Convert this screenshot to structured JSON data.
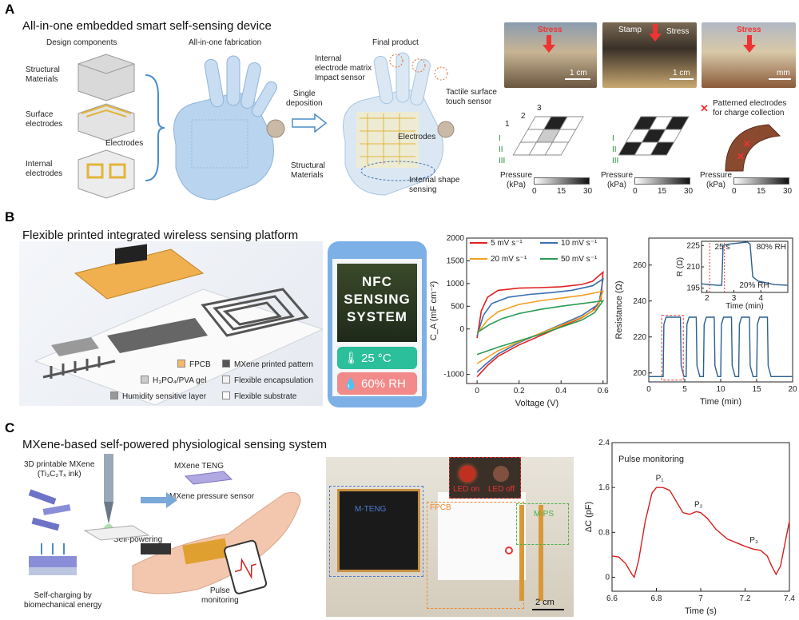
{
  "panel_a": {
    "letter": "A",
    "title": "All-in-one embedded smart self-sensing device",
    "headers": [
      "Design components",
      "All-in-one fabrication",
      "Final product"
    ],
    "components": [
      "Structural\nMaterials",
      "Surface\nelectrodes",
      "Internal\nelectrodes"
    ],
    "electrodes_label": "Electrodes",
    "single_deposition": "Single\ndeposition",
    "product_labels": {
      "internal_matrix": "Internal\nelectrode matrix\nImpact sensor",
      "tactile": "Tactile surface\ntouch sensor",
      "electrodes": "Electrodes",
      "structural": "Structural\nMaterials",
      "internal_shape": "Internal shape\nsensing"
    },
    "photos": [
      {
        "stress": "Stress",
        "scale": "1 cm"
      },
      {
        "stress": "Stress",
        "stamp": "Stamp",
        "scale": "1 cm"
      },
      {
        "stress": "Stress",
        "scale": "mm"
      }
    ],
    "grid_labels": {
      "cols": [
        "1",
        "2",
        "3"
      ],
      "rows": [
        "I",
        "II",
        "III"
      ]
    },
    "patterned_note": "Patterned electrodes\nfor charge collection",
    "pressure_label": "Pressure\n(kPa)",
    "colorbar_ticks": [
      "0",
      "15",
      "30"
    ]
  },
  "panel_b": {
    "letter": "B",
    "title": "Flexible printed integrated wireless sensing platform",
    "legend": [
      {
        "label": "FPCB",
        "color": "#f5b96b"
      },
      {
        "label": "MXene printed pattern",
        "color": "#555555"
      },
      {
        "label": "H₃PO₄/PVA gel",
        "color": "#cccccc"
      },
      {
        "label": "Flexible encapsulation",
        "color": "#f2f2f2"
      },
      {
        "label": "Humidity sensitive layer",
        "color": "#999999"
      },
      {
        "label": "Flexible substrate",
        "color": "#fafafa"
      }
    ],
    "phone": {
      "screen_text": "NFC\nSENSING\nSYSTEM",
      "temperature": "25 °C",
      "humidity": "60% RH",
      "temp_color": "#2bbf9b",
      "hum_color": "#f28a8a"
    }
  },
  "panel_c": {
    "letter": "C",
    "title": "MXene-based self-powered physiological sensing system",
    "labels": {
      "ink": "3D printable MXene\n(Ti₃C₂Tₓ ink)",
      "teng": "MXene TENG",
      "pressure": "MXene pressure sensor",
      "self_powering": "Self-powering",
      "self_charging": "Self-charging by\nbiomechanical energy",
      "pulse": "Pulse\nmonitoring"
    },
    "photo": {
      "mteng": "M-TENG",
      "fpcb": "FPCB",
      "mps": "M-PS",
      "led_on": "LED on",
      "led_off": "LED off",
      "scale": "2 cm"
    }
  },
  "chart_data": [
    {
      "type": "line",
      "id": "cv",
      "xlabel": "Voltage (V)",
      "ylabel": "C_A (mF cm⁻²)",
      "xlim": [
        -0.05,
        0.62
      ],
      "ylim": [
        -1200,
        2000
      ],
      "xticks": [
        "0",
        "0.2",
        "0.4",
        "0.6"
      ],
      "yticks": [
        "-1000",
        "0",
        "500",
        "1000",
        "1500",
        "2000"
      ],
      "legend": [
        "5 mV s⁻¹",
        "10 mV s⁻¹",
        "20 mV s⁻¹",
        "50 mV s⁻¹"
      ],
      "series": [
        {
          "name": "5 mV s⁻¹",
          "color": "#e02020",
          "upper": [
            [
              0,
              -200
            ],
            [
              0.02,
              400
            ],
            [
              0.05,
              700
            ],
            [
              0.1,
              850
            ],
            [
              0.2,
              900
            ],
            [
              0.3,
              910
            ],
            [
              0.4,
              930
            ],
            [
              0.5,
              980
            ],
            [
              0.55,
              1050
            ],
            [
              0.6,
              1250
            ]
          ],
          "lower": [
            [
              0.6,
              1250
            ],
            [
              0.59,
              650
            ],
            [
              0.55,
              400
            ],
            [
              0.5,
              250
            ],
            [
              0.4,
              50
            ],
            [
              0.3,
              -150
            ],
            [
              0.2,
              -350
            ],
            [
              0.1,
              -600
            ],
            [
              0.05,
              -800
            ],
            [
              0.02,
              -950
            ],
            [
              0,
              -1050
            ]
          ]
        },
        {
          "name": "10 mV s⁻¹",
          "color": "#3a6fb0",
          "upper": [
            [
              0,
              -150
            ],
            [
              0.03,
              300
            ],
            [
              0.07,
              560
            ],
            [
              0.15,
              700
            ],
            [
              0.25,
              760
            ],
            [
              0.35,
              800
            ],
            [
              0.45,
              850
            ],
            [
              0.55,
              950
            ],
            [
              0.6,
              1100
            ]
          ],
          "lower": [
            [
              0.6,
              1100
            ],
            [
              0.58,
              550
            ],
            [
              0.5,
              300
            ],
            [
              0.4,
              100
            ],
            [
              0.3,
              -100
            ],
            [
              0.2,
              -300
            ],
            [
              0.1,
              -550
            ],
            [
              0.04,
              -780
            ],
            [
              0,
              -950
            ]
          ]
        },
        {
          "name": "20 mV s⁻¹",
          "color": "#f0a020",
          "upper": [
            [
              0,
              -100
            ],
            [
              0.05,
              200
            ],
            [
              0.1,
              380
            ],
            [
              0.2,
              540
            ],
            [
              0.3,
              620
            ],
            [
              0.4,
              680
            ],
            [
              0.5,
              740
            ],
            [
              0.6,
              830
            ]
          ],
          "lower": [
            [
              0.6,
              830
            ],
            [
              0.57,
              450
            ],
            [
              0.5,
              260
            ],
            [
              0.4,
              80
            ],
            [
              0.3,
              -100
            ],
            [
              0.2,
              -280
            ],
            [
              0.1,
              -480
            ],
            [
              0.05,
              -620
            ],
            [
              0,
              -760
            ]
          ]
        },
        {
          "name": "50 mV s⁻¹",
          "color": "#2a9a55",
          "upper": [
            [
              0,
              -80
            ],
            [
              0.06,
              100
            ],
            [
              0.12,
              230
            ],
            [
              0.2,
              340
            ],
            [
              0.3,
              430
            ],
            [
              0.4,
              500
            ],
            [
              0.5,
              560
            ],
            [
              0.6,
              620
            ]
          ],
          "lower": [
            [
              0.6,
              620
            ],
            [
              0.56,
              360
            ],
            [
              0.5,
              200
            ],
            [
              0.4,
              40
            ],
            [
              0.3,
              -120
            ],
            [
              0.2,
              -260
            ],
            [
              0.1,
              -400
            ],
            [
              0.05,
              -480
            ],
            [
              0,
              -560
            ]
          ]
        }
      ]
    },
    {
      "type": "line",
      "id": "resistance",
      "xlabel": "Time (min)",
      "ylabel": "Resistance (Ω)",
      "xlim": [
        0,
        20
      ],
      "ylim": [
        195,
        275
      ],
      "xticks": [
        "0",
        "5",
        "10",
        "15",
        "20"
      ],
      "yticks": [
        "200",
        "220",
        "240",
        "260"
      ],
      "series": [
        {
          "color": "#2b5f8f",
          "cycles": [
            [
              2.0,
              4.5
            ],
            [
              5.2,
              6.7
            ],
            [
              7.6,
              9.2
            ],
            [
              10.0,
              11.6
            ],
            [
              12.5,
              14.1
            ],
            [
              15.0,
              16.6
            ]
          ],
          "low": 198,
          "high": 231
        }
      ],
      "inset": {
        "xlabel": "Time (min)",
        "ylabel": "R (Ω)",
        "xlim": [
          1.8,
          5
        ],
        "ylim": [
          192,
          228
        ],
        "xticks": [
          "2",
          "3",
          "4"
        ],
        "yticks": [
          "195",
          "210",
          "225"
        ],
        "annotations": [
          "25 s",
          "80% RH",
          "20% RH"
        ],
        "points": [
          [
            1.8,
            198
          ],
          [
            2.4,
            197
          ],
          [
            2.55,
            197
          ],
          [
            2.6,
            225
          ],
          [
            2.8,
            226
          ],
          [
            3.5,
            227.5
          ],
          [
            3.6,
            226
          ],
          [
            3.7,
            203
          ],
          [
            3.9,
            200
          ],
          [
            4.5,
            197.5
          ],
          [
            5,
            197
          ]
        ]
      }
    },
    {
      "type": "line",
      "id": "pulse",
      "title": "Pulse monitoring",
      "xlabel": "Time (s)",
      "ylabel": "ΔC (pF)",
      "xlim": [
        6.6,
        7.4
      ],
      "ylim": [
        -0.25,
        2.4
      ],
      "xticks": [
        "6.6",
        "6.8",
        "7",
        "7.2",
        "7.4"
      ],
      "yticks": [
        "0",
        "0.8",
        "1.6",
        "2.4"
      ],
      "peak_labels": [
        "P₁",
        "P₂",
        "P₃"
      ],
      "series": [
        {
          "color": "#d42020",
          "points": [
            [
              6.6,
              0.38
            ],
            [
              6.63,
              0.36
            ],
            [
              6.66,
              0.25
            ],
            [
              6.69,
              0.05
            ],
            [
              6.7,
              0.0
            ],
            [
              6.72,
              0.3
            ],
            [
              6.75,
              1.0
            ],
            [
              6.78,
              1.5
            ],
            [
              6.8,
              1.6
            ],
            [
              6.83,
              1.6
            ],
            [
              6.86,
              1.55
            ],
            [
              6.89,
              1.35
            ],
            [
              6.92,
              1.15
            ],
            [
              6.95,
              1.12
            ],
            [
              6.98,
              1.17
            ],
            [
              7.0,
              1.15
            ],
            [
              7.03,
              1.05
            ],
            [
              7.07,
              0.85
            ],
            [
              7.12,
              0.68
            ],
            [
              7.17,
              0.6
            ],
            [
              7.2,
              0.55
            ],
            [
              7.24,
              0.5
            ],
            [
              7.27,
              0.48
            ],
            [
              7.3,
              0.38
            ],
            [
              7.32,
              0.2
            ],
            [
              7.34,
              0.05
            ],
            [
              7.36,
              0.2
            ],
            [
              7.38,
              0.6
            ],
            [
              7.4,
              1.0
            ]
          ]
        }
      ]
    }
  ]
}
